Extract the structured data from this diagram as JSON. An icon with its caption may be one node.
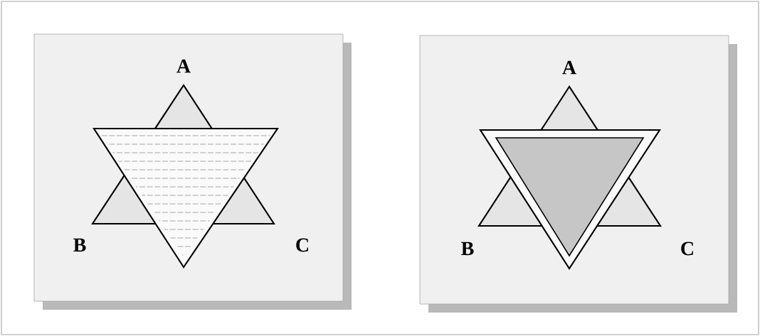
{
  "diagram": {
    "labels": [
      "A",
      "B",
      "C",
      "A",
      "B",
      "C"
    ]
  }
}
